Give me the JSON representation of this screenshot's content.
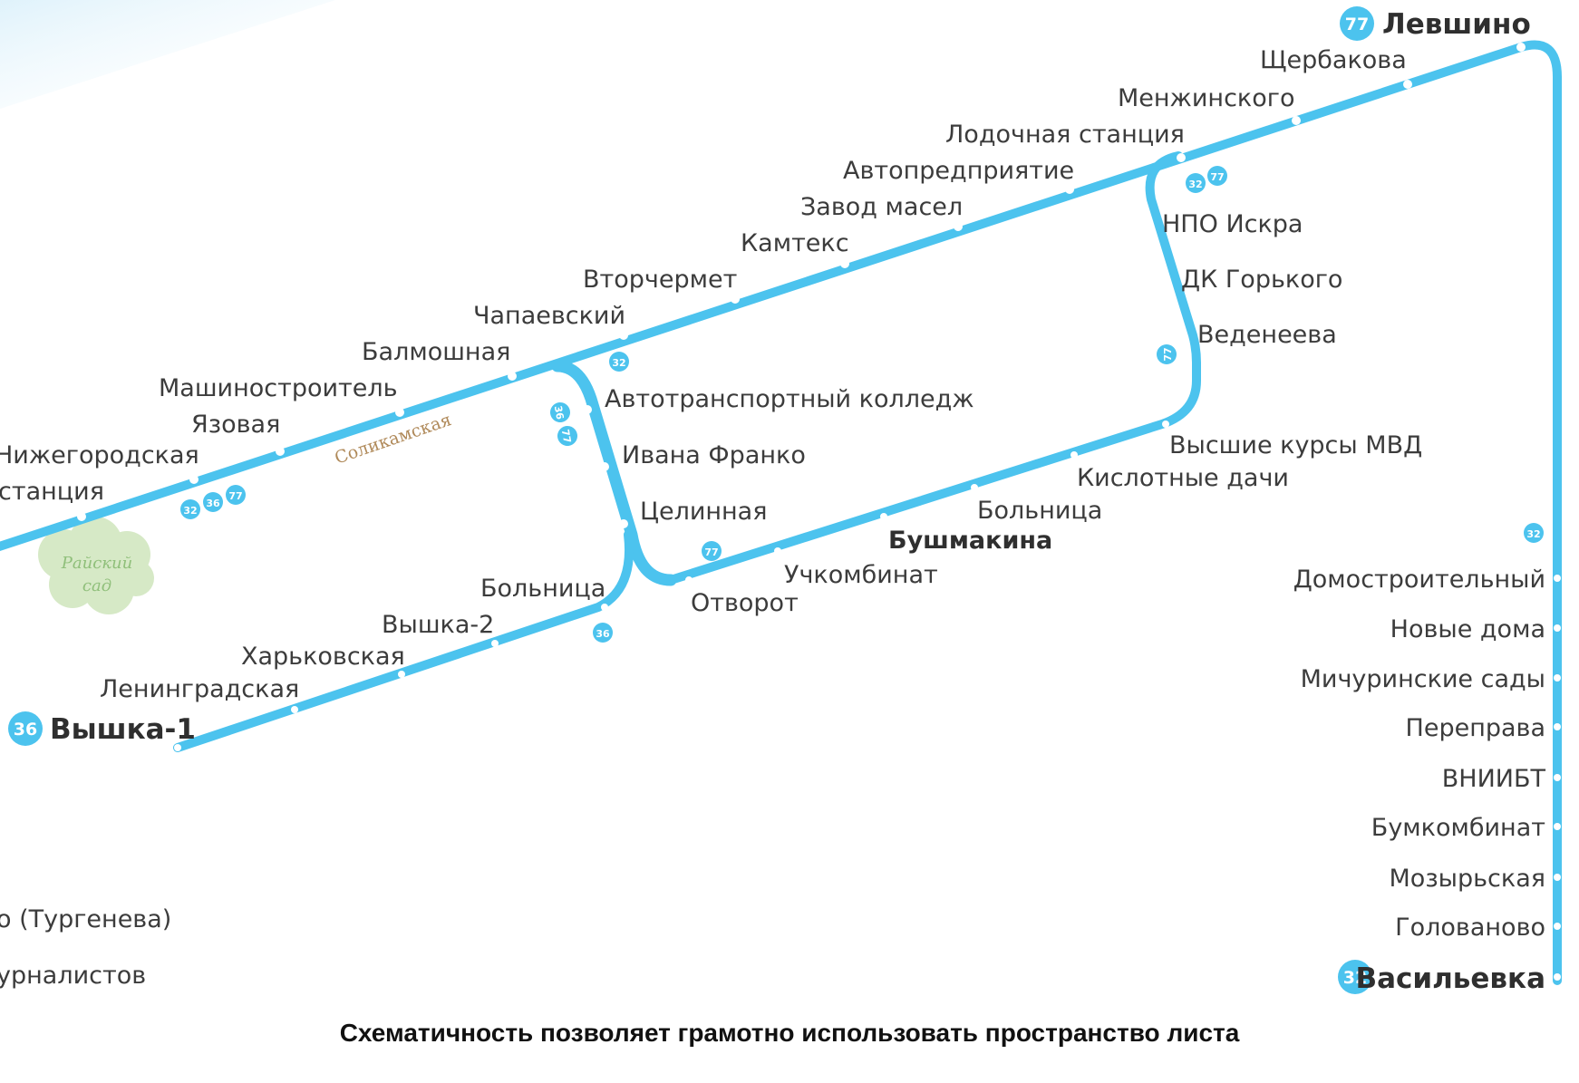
{
  "colors": {
    "line": "#4cc3ee",
    "stop_fill": "#ffffff",
    "badge": "#4cc3ee",
    "background_haze": "#e9f6fc",
    "park": "#cfe5bd",
    "street": "#b08a5a",
    "text": "#3c3c3c"
  },
  "routes": [
    {
      "number": "77",
      "terminus": "Левшино"
    },
    {
      "number": "36",
      "terminus": "Вышка-1"
    },
    {
      "number": "32",
      "terminus": "Васильевка"
    }
  ],
  "stations": [
    {
      "key": "levshino",
      "name": "Левшино"
    },
    {
      "key": "shcherbakova",
      "name": "Щербакова"
    },
    {
      "key": "menzhinskogo",
      "name": "Менжинского"
    },
    {
      "key": "lodochnaya",
      "name": "Лодочная станция"
    },
    {
      "key": "avtopredpriyatie",
      "name": "Автопредприятие"
    },
    {
      "key": "zavod_masel",
      "name": "Завод масел"
    },
    {
      "key": "kamteks",
      "name": "Камтекс"
    },
    {
      "key": "vtorchermet",
      "name": "Вторчермет"
    },
    {
      "key": "chapaevskiy",
      "name": "Чапаевский"
    },
    {
      "key": "balmoshnaya",
      "name": "Балмошная"
    },
    {
      "key": "mashinostroitel",
      "name": "Машиностроитель"
    },
    {
      "key": "yazovaya",
      "name": "Язовая"
    },
    {
      "key": "nizhegorodskaya",
      "name": "Нижегородская"
    },
    {
      "key": "stantsiya",
      "name": "станция"
    },
    {
      "key": "npo_iskra",
      "name": "НПО Искра"
    },
    {
      "key": "dk_gorkogo",
      "name": "ДК Горького"
    },
    {
      "key": "vedeneeva",
      "name": "Веденеева"
    },
    {
      "key": "vysshie_kursy",
      "name": "Высшие курсы МВД"
    },
    {
      "key": "kislotnye",
      "name": "Кислотные дачи"
    },
    {
      "key": "bolnitsa_1",
      "name": "Больница"
    },
    {
      "key": "bushmakina",
      "name": "Бушмакина"
    },
    {
      "key": "uchkombinat",
      "name": "Учкомбинат"
    },
    {
      "key": "otvorot",
      "name": "Отворот"
    },
    {
      "key": "avtotransportny",
      "name": "Автотранспортный колледж"
    },
    {
      "key": "ivana_franko",
      "name": "Ивана Франко"
    },
    {
      "key": "tselinnaya",
      "name": "Целинная"
    },
    {
      "key": "bolnitsa_2",
      "name": "Больница"
    },
    {
      "key": "vyshka_2",
      "name": "Вышка-2"
    },
    {
      "key": "kharkovskaya",
      "name": "Харьковская"
    },
    {
      "key": "leningradskaya",
      "name": "Ленинградская"
    },
    {
      "key": "vyshka_1",
      "name": "Вышка-1"
    },
    {
      "key": "domostroitelny",
      "name": "Домостроительный"
    },
    {
      "key": "novye_doma",
      "name": "Новые дома"
    },
    {
      "key": "michurinskie",
      "name": "Мичуринские сады"
    },
    {
      "key": "pereprava",
      "name": "Переправа"
    },
    {
      "key": "vniibt",
      "name": "ВНИИБТ"
    },
    {
      "key": "bumkombinat",
      "name": "Бумкомбинат"
    },
    {
      "key": "mozyrskaya",
      "name": "Мозырьская"
    },
    {
      "key": "golovanovo",
      "name": "Голованово"
    },
    {
      "key": "vasilevka",
      "name": "Васильевка"
    },
    {
      "key": "turgeneva",
      "name": "о (Тургенева)"
    },
    {
      "key": "zhurnalistov",
      "name": "урналистов"
    }
  ],
  "streets": [
    {
      "key": "solikamskaya",
      "name": "Соликамская"
    }
  ],
  "parks": [
    {
      "key": "raisky_sad",
      "line1": "Райский",
      "line2": "сад"
    }
  ],
  "caption": "Схематичность позволяет грамотно использовать пространство листа"
}
